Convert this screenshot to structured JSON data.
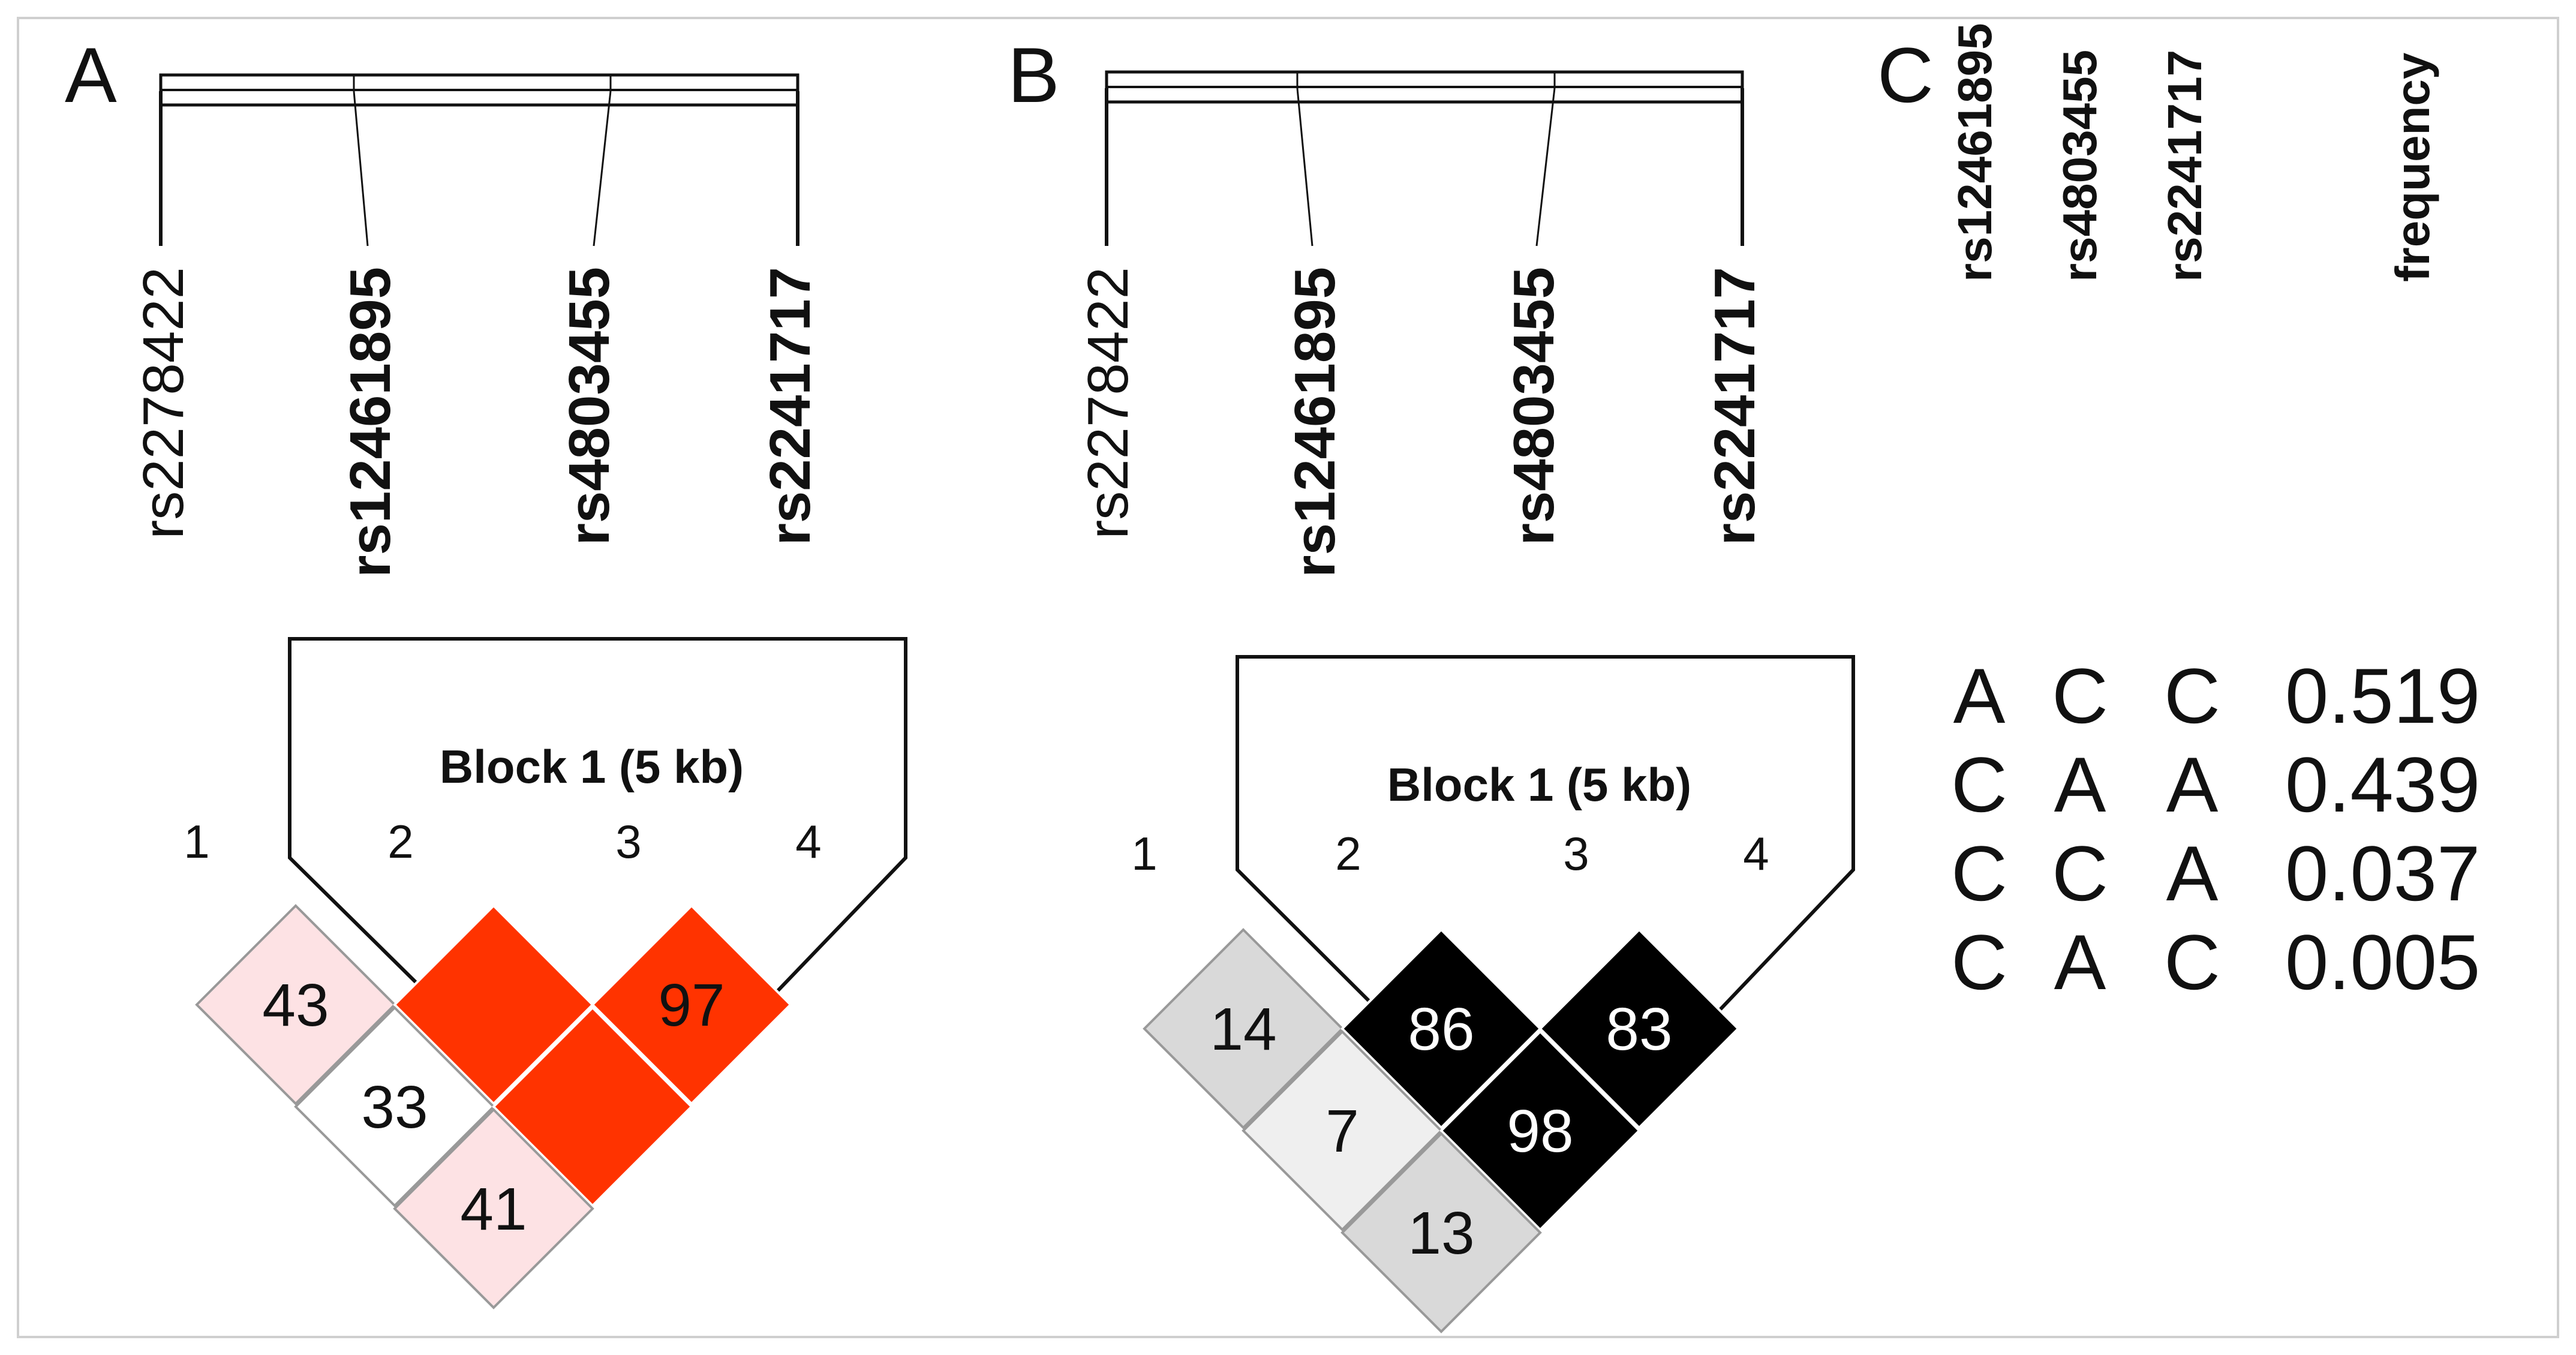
{
  "panels": [
    {
      "letter": "A",
      "snps": [
        {
          "name": "rs2278422",
          "bold": false
        },
        {
          "name": "rs12461895",
          "bold": true
        },
        {
          "name": "rs4803455",
          "bold": true
        },
        {
          "name": "rs2241717",
          "bold": true
        }
      ],
      "marker_numbers": [
        "1",
        "2",
        "3",
        "4"
      ],
      "block_label": "Block 1 (5 kb)",
      "ld_cells": [
        {
          "pair": "1-2",
          "value": "43",
          "fill": "#fde2e4"
        },
        {
          "pair": "2-3",
          "value": "",
          "fill": "#ff3300"
        },
        {
          "pair": "3-4",
          "value": "97",
          "fill": "#ff3300"
        },
        {
          "pair": "1-3",
          "value": "33",
          "fill": "#ffffff"
        },
        {
          "pair": "2-4",
          "value": "",
          "fill": "#ff3300"
        },
        {
          "pair": "1-4",
          "value": "41",
          "fill": "#fde2e4"
        }
      ]
    },
    {
      "letter": "B",
      "snps": [
        {
          "name": "rs2278422",
          "bold": false
        },
        {
          "name": "rs12461895",
          "bold": true
        },
        {
          "name": "rs4803455",
          "bold": true
        },
        {
          "name": "rs2241717",
          "bold": true
        }
      ],
      "marker_numbers": [
        "1",
        "2",
        "3",
        "4"
      ],
      "block_label": "Block 1 (5 kb)",
      "ld_cells": [
        {
          "pair": "1-2",
          "value": "14",
          "fill": "#d9d9d9"
        },
        {
          "pair": "2-3",
          "value": "86",
          "fill": "#000000"
        },
        {
          "pair": "3-4",
          "value": "83",
          "fill": "#000000"
        },
        {
          "pair": "1-3",
          "value": "7",
          "fill": "#efefef"
        },
        {
          "pair": "2-4",
          "value": "98",
          "fill": "#000000"
        },
        {
          "pair": "1-4",
          "value": "13",
          "fill": "#d9d9d9"
        }
      ]
    }
  ],
  "haplotypes": {
    "letter": "C",
    "columns": [
      "rs12461895",
      "rs4803455",
      "rs2241717",
      "frequency"
    ],
    "rows": [
      {
        "alleles": [
          "A",
          "C",
          "C"
        ],
        "frequency": "0.519"
      },
      {
        "alleles": [
          "C",
          "A",
          "A"
        ],
        "frequency": "0.439"
      },
      {
        "alleles": [
          "C",
          "C",
          "A"
        ],
        "frequency": "0.037"
      },
      {
        "alleles": [
          "C",
          "A",
          "C"
        ],
        "frequency": "0.005"
      }
    ]
  }
}
